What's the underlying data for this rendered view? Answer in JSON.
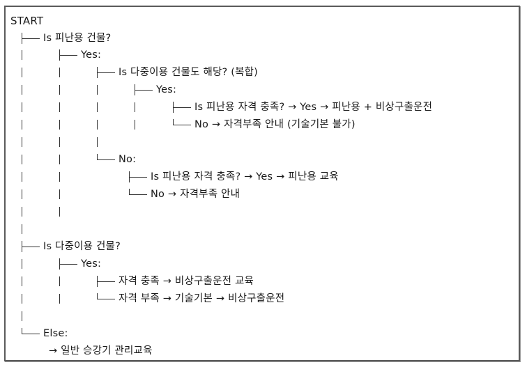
{
  "diagram": {
    "title": "START",
    "nodes": {
      "q_evac_building": "Is 피난용 건물?",
      "evac_yes": "Yes:",
      "q_multi_also": "Is 다중이용 건물도 해당? (복합)",
      "multi_also_yes": "Yes:",
      "q_evac_qual_combined": "Is 피난용 자격 충족? → Yes → 피난용 + 비상구출운전",
      "evac_qual_combined_no": "No → 자격부족 안내 (기술기본 불가)",
      "multi_also_no": "No:",
      "q_evac_qual_only": "Is 피난용 자격 충족? → Yes → 피난용 교육",
      "evac_qual_only_no": "No → 자격부족 안내",
      "q_multi_building": "Is 다중이용 건물?",
      "multi_yes": "Yes:",
      "multi_qual_met": "자격 충족 → 비상구출운전 교육",
      "multi_qual_short": "자격 부족 → 기술기본 → 비상구출운전",
      "else_label": "Else:",
      "else_result": "→ 일반 승강기 관리교육"
    }
  }
}
